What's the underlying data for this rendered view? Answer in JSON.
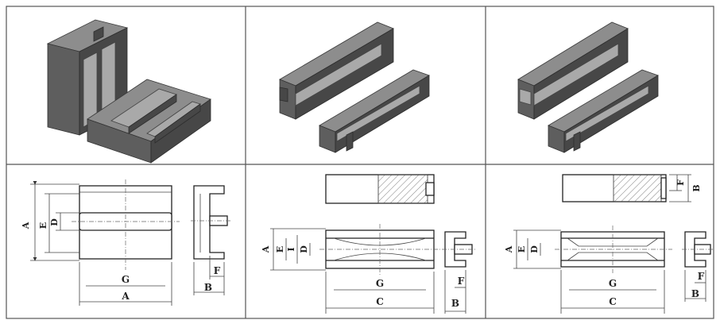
{
  "colors": {
    "grid": "#555555",
    "body_dark": "#474747",
    "body_mid": "#5e5e5e",
    "body_light": "#8d8d8d",
    "hatch": "#666666"
  },
  "drawings": [
    {
      "id": "u-core",
      "dims": {
        "A_vert": "A",
        "E": "E",
        "D": "D",
        "G": "G",
        "A_horiz": "A",
        "F": "F",
        "B": "B"
      }
    },
    {
      "id": "ui-core",
      "dims": {
        "A": "A",
        "E": "E",
        "I": "I",
        "D": "D",
        "G": "G",
        "C": "C",
        "F": "F",
        "B": "B"
      }
    },
    {
      "id": "ui-core-2",
      "dims": {
        "A": "A",
        "E": "E",
        "D": "D",
        "G": "G",
        "C": "C",
        "F_top": "F",
        "B_top": "B",
        "F": "F",
        "B": "B"
      }
    }
  ]
}
